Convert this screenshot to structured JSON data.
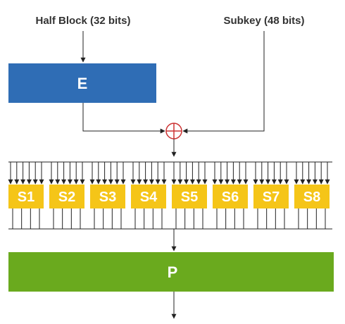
{
  "inputs": {
    "half_block": "Half Block (32 bits)",
    "subkey": "Subkey (48 bits)"
  },
  "expansion": {
    "label": "E",
    "color": "#2f6db5"
  },
  "xor": {
    "symbol": "xor-circle",
    "color": "#cc3333"
  },
  "sboxes": [
    {
      "label": "S1"
    },
    {
      "label": "S2"
    },
    {
      "label": "S3"
    },
    {
      "label": "S4"
    },
    {
      "label": "S5"
    },
    {
      "label": "S6"
    },
    {
      "label": "S7"
    },
    {
      "label": "S8"
    }
  ],
  "sbox_color": "#f5c518",
  "sbox_inputs_each": 6,
  "sbox_outputs_each": 4,
  "permutation": {
    "label": "P",
    "color": "#6aaa1e"
  }
}
